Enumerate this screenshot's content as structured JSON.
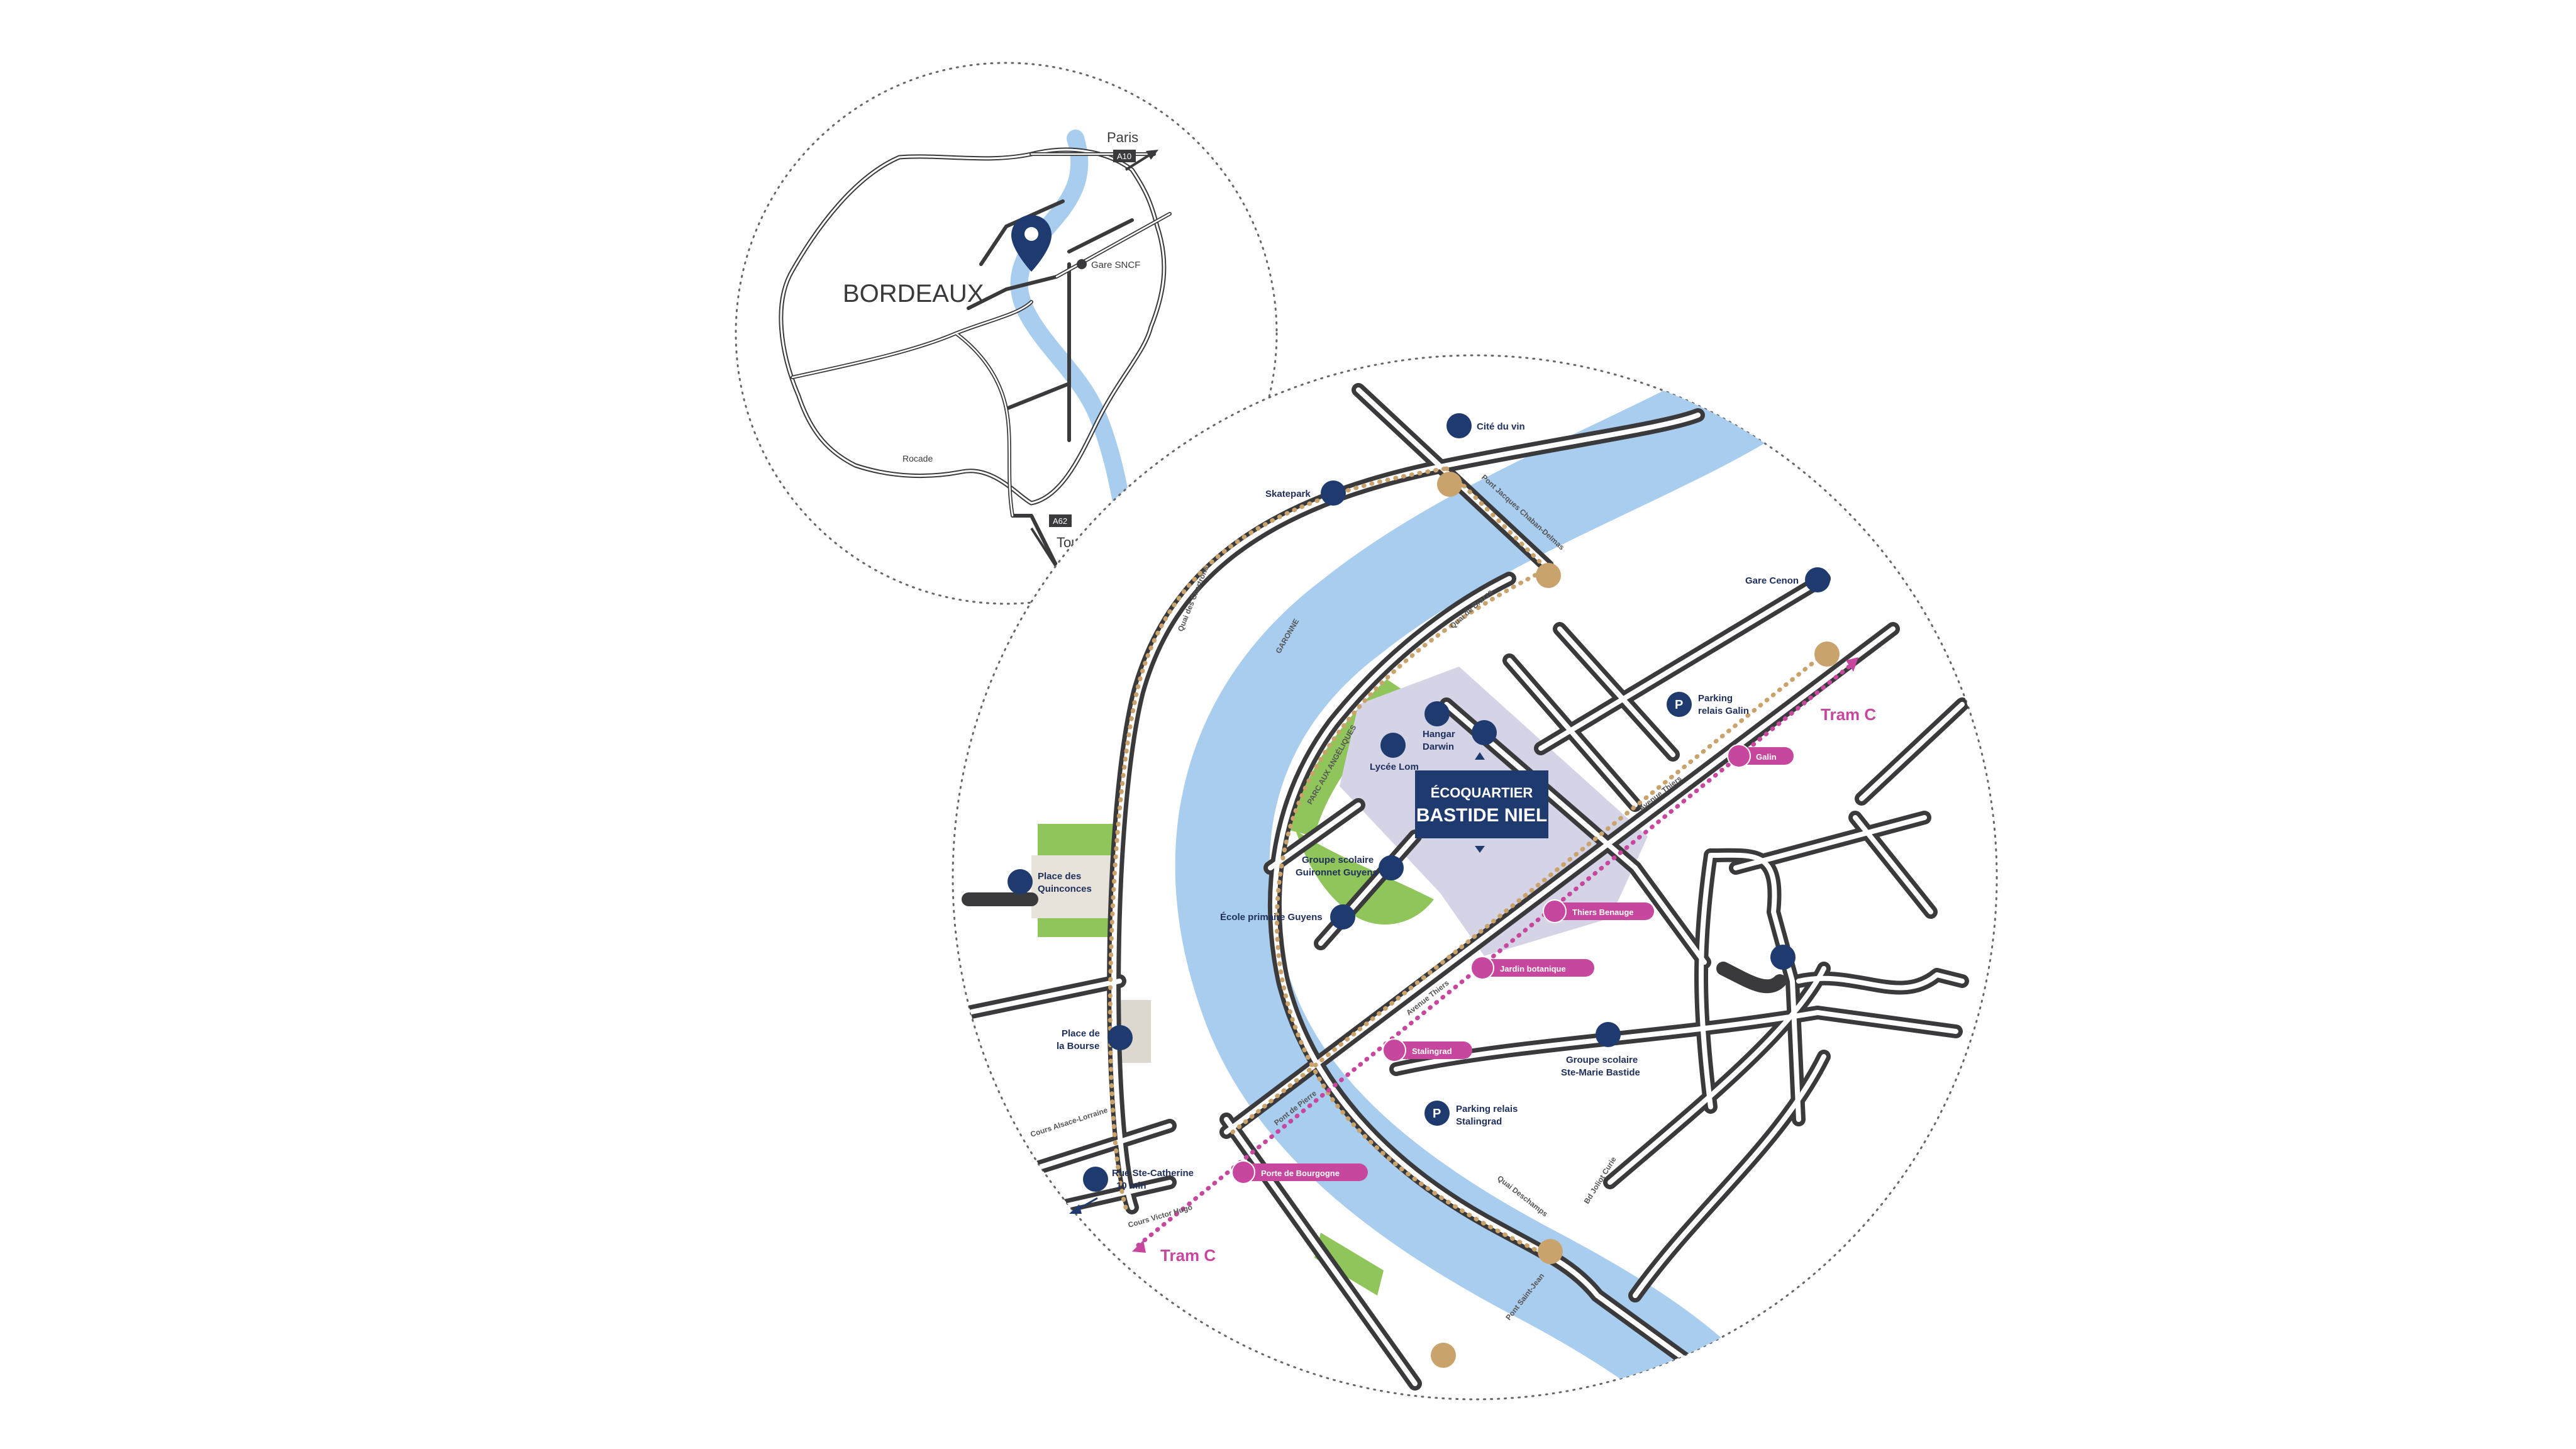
{
  "colors": {
    "river": "#a9cdee",
    "road": "#3a3a3c",
    "park": "#8fc55a",
    "site": "#d4d4e6",
    "navy": "#1f3a6e",
    "tram": "#c8479e",
    "bike": "#c9a36b",
    "grey_area": "#dcd8d0"
  },
  "inset": {
    "city": "BORDEAUX",
    "paris_label": "Paris",
    "a10": "A10",
    "toulouse_label": "Toulouse",
    "a62": "A62",
    "gare_label": "Gare SNCF",
    "rocade_label": "Rocade",
    "pin_icon": "location-pin-icon"
  },
  "project": {
    "line1": "ÉCOQUARTIER",
    "line2": "BASTIDE NIEL"
  },
  "pois": {
    "cite_du_vin": "Cité du vin",
    "skatepark": "Skatepark",
    "gare_cenon": "Gare Cenon",
    "parking_galin": [
      "Parking",
      "relais Galin"
    ],
    "hangar_darwin": [
      "Hangar",
      "Darwin"
    ],
    "lycee_lom": "Lycée Lom",
    "groupe_guyens": [
      "Groupe scolaire",
      "Guironnet Guyens"
    ],
    "ecole_guyens": "École primaire Guyens",
    "quinconces": [
      "Place des",
      "Quinconces"
    ],
    "bourse": [
      "Place de",
      "la Bourse"
    ],
    "groupe_ste_marie": [
      "Groupe scolaire",
      "Ste-Marie Bastide"
    ],
    "parking_stalingrad": [
      "Parking relais",
      "Stalingrad"
    ],
    "ste_catherine": [
      "Rue Ste-Catherine",
      "10 min"
    ]
  },
  "tram": {
    "line_label": "Tram C",
    "stops": [
      "Galin",
      "Thiers Benauge",
      "Jardin botanique",
      "Stalingrad",
      "Porte de Bourgogne"
    ]
  },
  "streets": {
    "quai_chartrons": "Quai des Chartrons",
    "garonne": "GARONNE",
    "quai_brazza": "Quai de Brazza",
    "pont_chaban": "Pont Jacques Chaban-Delmas",
    "parc_angeliques": "PARC AUX ANGÉLIQUES",
    "avenue_thiers_1": "Avenue Thiers",
    "avenue_thiers_2": "Avenue Thiers",
    "cours_alsace": "Cours Alsace-Lorraine",
    "cours_victor_hugo": "Cours Victor Hugo",
    "pont_pierre": "Pont de Pierre",
    "quai_deschamps": "Quai Deschamps",
    "bd_joliot_curie": "Bd Joliot Curie",
    "pont_saint_jean": "Pont Saint-Jean"
  }
}
